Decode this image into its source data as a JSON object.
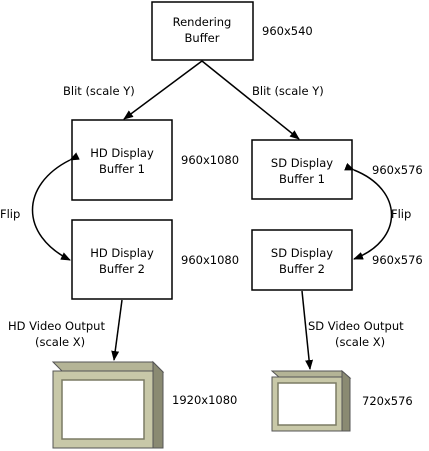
{
  "nodes": {
    "rendering_buffer": {
      "line1": "Rendering",
      "line2": "Buffer",
      "size": "960x540"
    },
    "hd_buffer_1": {
      "line1": "HD Display",
      "line2": "Buffer 1",
      "size": "960x1080"
    },
    "hd_buffer_2": {
      "line1": "HD Display",
      "line2": "Buffer 2",
      "size": "960x1080"
    },
    "sd_buffer_1": {
      "line1": "SD Display",
      "line2": "Buffer 1",
      "size": "960x576"
    },
    "sd_buffer_2": {
      "line1": "SD Display",
      "line2": "Buffer 2",
      "size": "960x576"
    }
  },
  "edges": {
    "blit_hd": "Blit (scale Y)",
    "blit_sd": "Blit (scale Y)",
    "flip_hd": "Flip",
    "flip_sd": "Flip",
    "hd_output": {
      "line1": "HD Video Output",
      "line2": "(scale X)"
    },
    "sd_output": {
      "line1": "SD Video Output",
      "line2": "(scale X)"
    }
  },
  "monitors": {
    "hd": {
      "size": "1920x1080"
    },
    "sd": {
      "size": "720x576"
    }
  },
  "colors": {
    "stroke": "#000000",
    "monitor_front": "#c8c8a8",
    "monitor_side": "#8a8a72",
    "monitor_top": "#b4b496",
    "monitor_screen": "#ffffff"
  }
}
